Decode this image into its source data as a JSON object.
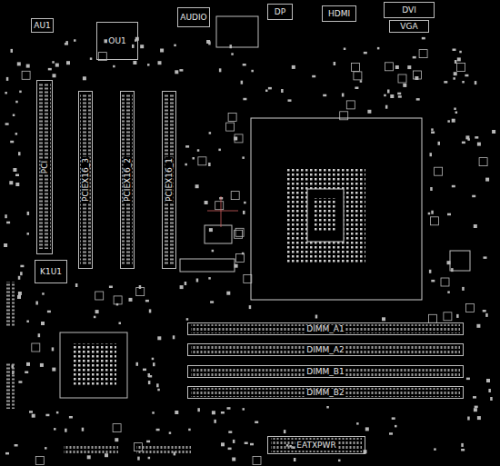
{
  "diagram": {
    "nodes": [
      {
        "text": [
          "AU1"
        ]
      },
      {
        "text": [
          "OU1"
        ]
      },
      {
        "text": [
          "AUDIO"
        ]
      },
      {
        "text": [
          "DP"
        ]
      },
      {
        "text": [
          "HDMI"
        ]
      },
      {
        "text": [
          "DVI"
        ]
      },
      {
        "text": [
          "VGA"
        ]
      },
      {
        "text": [
          "PCI"
        ]
      },
      {
        "text": [
          "PCIEX16_3"
        ]
      },
      {
        "text": [
          "PCIEX16_2"
        ]
      },
      {
        "text": [
          "PCIEX16_1"
        ]
      },
      {
        "text": [
          "K1U1"
        ]
      },
      {
        "text": [
          "DIMM_A1"
        ]
      },
      {
        "text": [
          "DIMM_A2"
        ]
      },
      {
        "text": [
          "DIMM_B1"
        ]
      },
      {
        "text": [
          "DIMM_B2"
        ]
      },
      {
        "text": [
          "EATXPWR"
        ]
      }
    ]
  }
}
